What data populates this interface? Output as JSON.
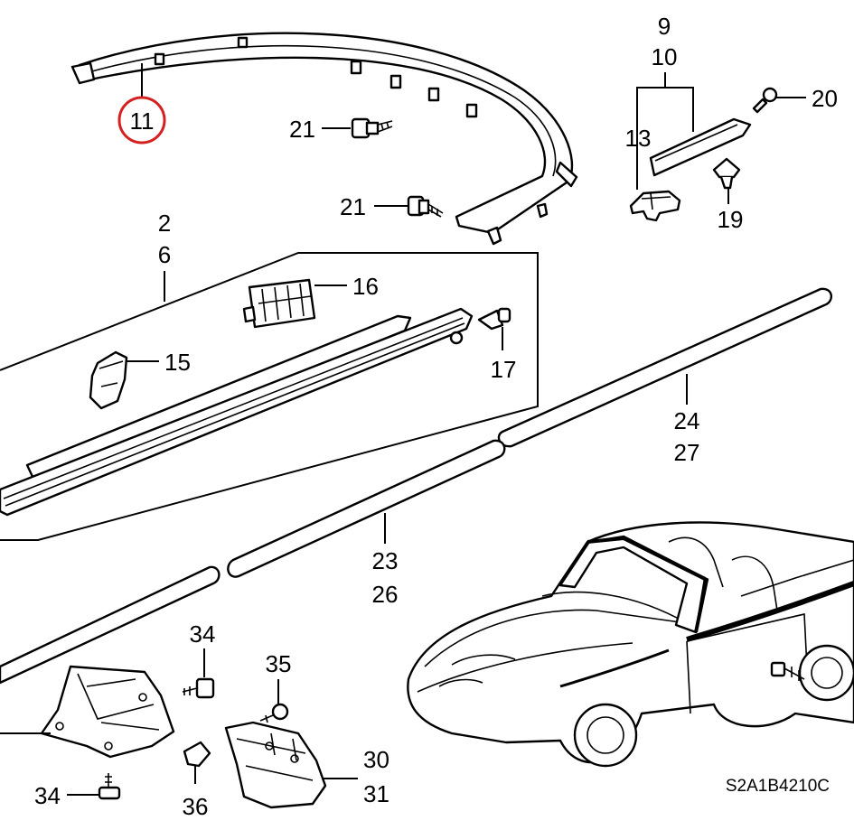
{
  "callouts": {
    "c11": "11",
    "c21a": "21",
    "c21b": "21",
    "c9": "9",
    "c10": "10",
    "c13": "13",
    "c20": "20",
    "c19": "19",
    "c2": "2",
    "c6": "6",
    "c16": "16",
    "c15": "15",
    "c17": "17",
    "c24": "24",
    "c27": "27",
    "c23": "23",
    "c26": "26",
    "c34a": "34",
    "c35": "35",
    "c30": "30",
    "c31": "31",
    "c34b": "34",
    "c36": "36"
  },
  "highlight": {
    "callout": "11",
    "color": "#d42020"
  },
  "diagram_code": "S2A1B4210C"
}
